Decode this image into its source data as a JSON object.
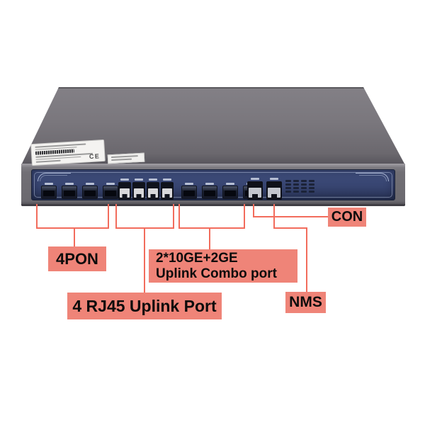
{
  "colors": {
    "background": "#ffffff",
    "chassis_top_gray": "#7a777d",
    "chassis_front_gray": "#716f75",
    "panel_blue_top": "#41507f",
    "panel_blue_bottom": "#2a3557",
    "callout_bg": "#ef8478",
    "callout_line": "#f26c5c",
    "callout_text": "#0c0c0c"
  },
  "device": {
    "sticker": {
      "ce_mark": "CE"
    },
    "port_groups": [
      {
        "id": "pon-sfp",
        "type": "sfp",
        "count": 4,
        "name": "pon-sfp-ports"
      },
      {
        "id": "uplink-rj45",
        "type": "rj45",
        "count": 4,
        "name": "rj45-uplink-ports"
      },
      {
        "id": "combo-sfp",
        "type": "sfp",
        "count": 4,
        "name": "combo-sfp-uplink-ports"
      },
      {
        "id": "mgmt-rj45",
        "type": "rj45s",
        "count": 2,
        "name": "console-and-nms-ports"
      }
    ],
    "led_grid": {
      "rows": 4,
      "cols": 4
    }
  },
  "annotations": {
    "pon": {
      "label": "4PON"
    },
    "rj45": {
      "label": "4 RJ45 Uplink Port"
    },
    "combo": {
      "line1": "2*10GE+2GE",
      "line2": "Uplink Combo port"
    },
    "con": {
      "label": "CON"
    },
    "nms": {
      "label": "NMS"
    }
  }
}
